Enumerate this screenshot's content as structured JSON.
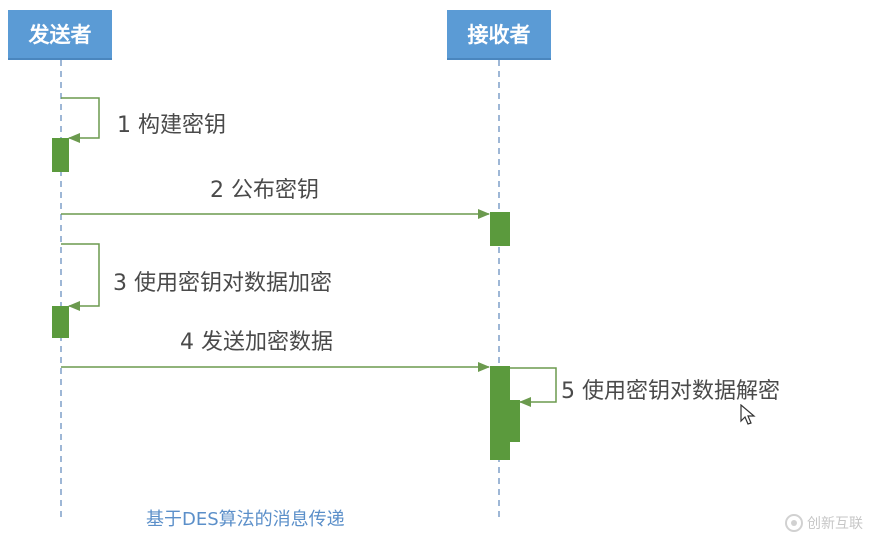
{
  "actors": {
    "sender": "发送者",
    "receiver": "接收者"
  },
  "messages": [
    {
      "label": "1 构建密钥"
    },
    {
      "label": "2 公布密钥"
    },
    {
      "label": "3 使用密钥对数据加密"
    },
    {
      "label": "4 发送加密数据"
    },
    {
      "label": "5 使用密钥对数据解密"
    }
  ],
  "caption": "基于DES算法的消息传递",
  "watermark": "创新互联",
  "colors": {
    "actor_fill": "#5b9bd5",
    "lifeline": "#7f9fc9",
    "activation": "#5b9a3d",
    "arrow": "#6b9a4e",
    "caption": "#5b8fc9"
  }
}
